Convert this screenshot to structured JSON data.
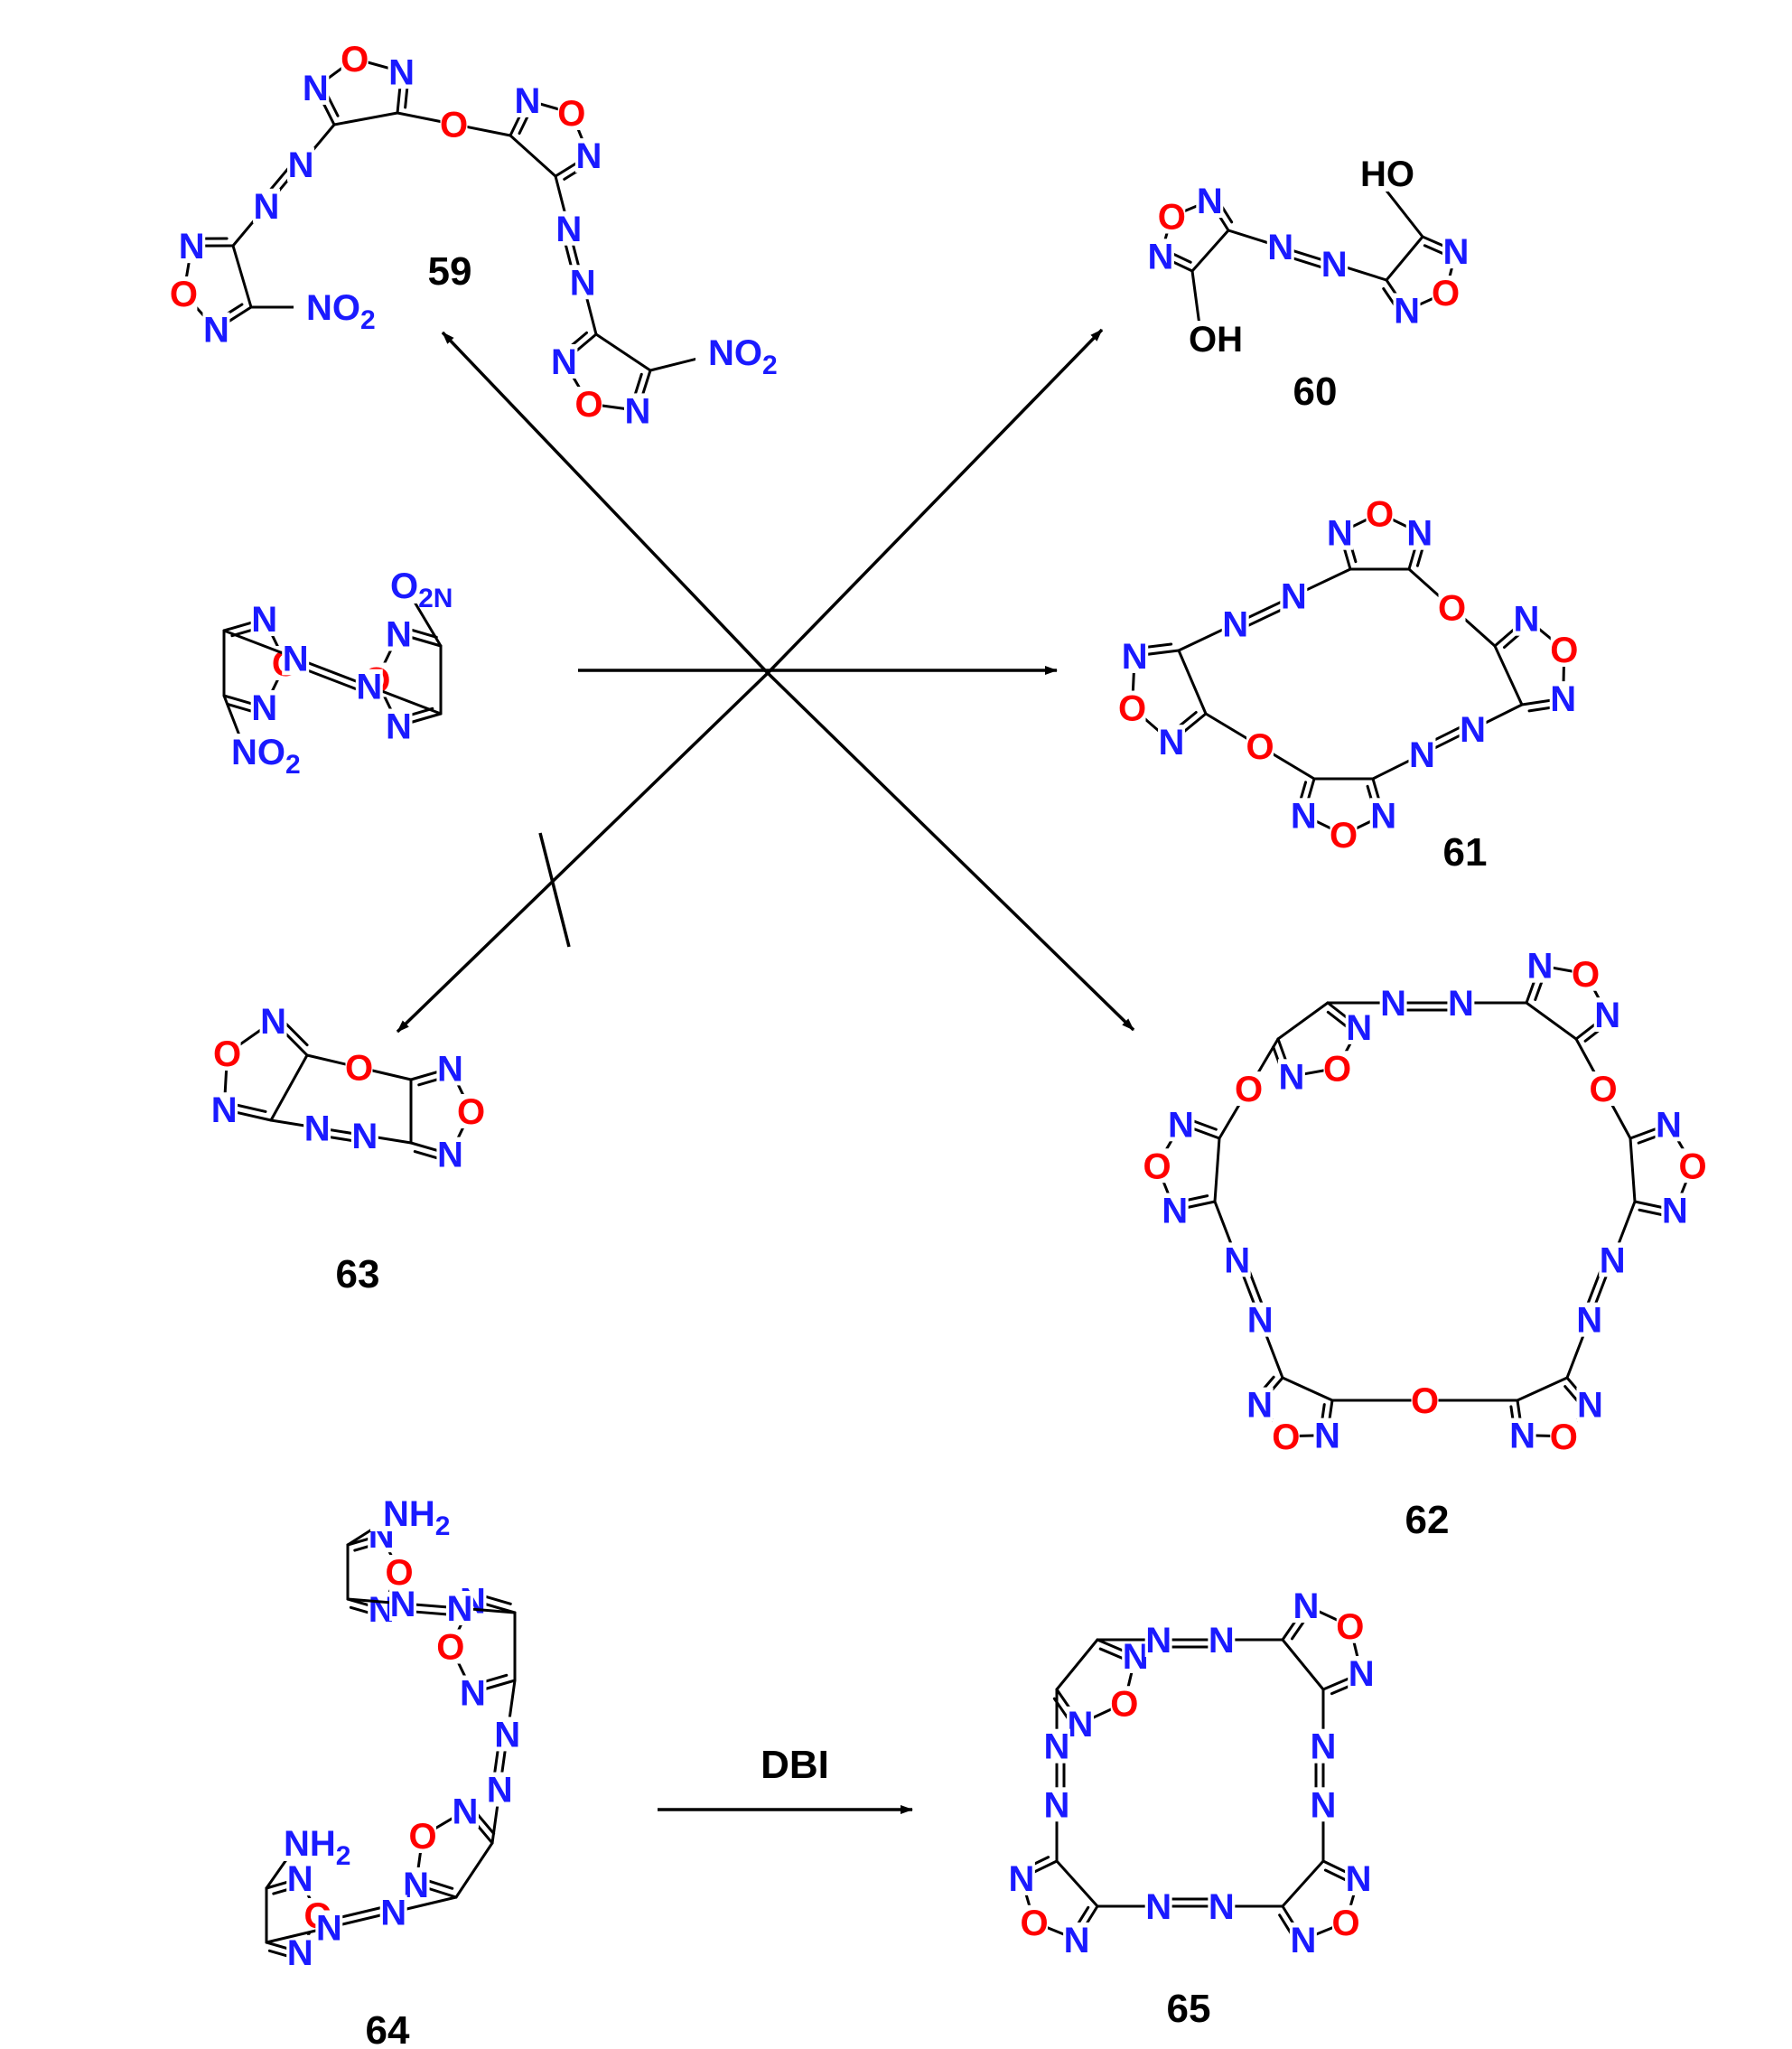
{
  "colors": {
    "nitrogen": "#1a1aff",
    "oxygen": "#ff0000",
    "bond": "#000000",
    "label": "#000000"
  },
  "labels": {
    "c59": "59",
    "c60": "60",
    "c61": "61",
    "c62": "62",
    "c63": "63",
    "c64": "64",
    "c65": "65"
  },
  "reagent": {
    "dbi": "DBI"
  },
  "atoms": {
    "O": "O",
    "N": "N",
    "OH": "OH",
    "HO": "HO",
    "NO2_main": "NO",
    "NO2_sub": "2",
    "O2N_main": "O",
    "O2N_sub": "2",
    "O2N_tail": "N",
    "NH2_main": "NH",
    "NH2_sub": "2"
  }
}
